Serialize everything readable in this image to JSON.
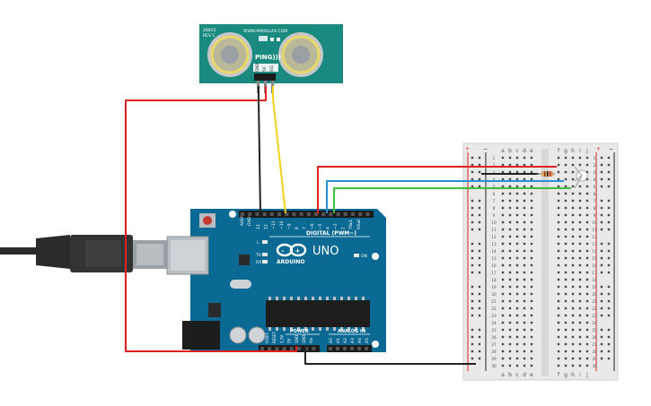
{
  "sensor": {
    "model_line1": "28015",
    "model_line2": "REV C",
    "url": "WWW.PARALLAX.COM",
    "brand": "PING)))",
    "pins": [
      "GND",
      "5V",
      "SIG"
    ]
  },
  "arduino": {
    "aref": "AREF",
    "gnd": "GND",
    "digital_pins": [
      "13",
      "12",
      "~11",
      "~10",
      "~9",
      "8",
      "7",
      "~6",
      "~5",
      "4",
      "~3",
      "2",
      "TX▸1",
      "RX◂0"
    ],
    "digital_label": "DIGITAL (PWM~)",
    "logo_text": "ARDUINO",
    "uno_label": "UNO",
    "led_l": "L",
    "led_tx": "TX",
    "led_rx": "RX",
    "led_on": "ON",
    "power_label": "POWER",
    "power_pins": [
      "IOREF",
      "RESET",
      "3.3V",
      "5V",
      "GND",
      "GND",
      "Vin"
    ],
    "analog_label": "ANALOG IN",
    "analog_pins": [
      "A0",
      "A1",
      "A2",
      "A3",
      "A4",
      "A5"
    ]
  },
  "breadboard": {
    "cols_left": [
      "a",
      "b",
      "c",
      "d",
      "e"
    ],
    "cols_right": [
      "f",
      "g",
      "h",
      "i",
      "j"
    ],
    "rows": 30,
    "rail_plus": "+",
    "rail_minus": "−"
  },
  "colors": {
    "board": "#0b6a94",
    "wire_red": "#e02020",
    "wire_black": "#222222",
    "wire_yellow": "#f2d21a",
    "wire_blue": "#2a8fd8",
    "wire_green": "#3cbf3c",
    "sensor_board": "#1a8a80"
  }
}
